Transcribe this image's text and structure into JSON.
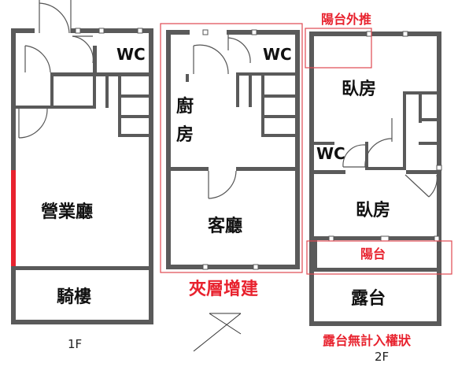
{
  "labels": {
    "wc": "WC",
    "business_hall": "營業廳",
    "arcade": "騎樓",
    "kitchen_1": "廚",
    "kitchen_2": "房",
    "living_room": "客廳",
    "bedroom": "臥房",
    "balcony": "陽台",
    "terrace": "露台"
  },
  "notes": {
    "balcony_extension": "陽台外推",
    "mezzanine_addition": "夾層增建",
    "terrace_not_counted": "露台無計入權狀"
  },
  "floors": {
    "first": "1F",
    "second": "2F"
  },
  "colors": {
    "wall": "#5a5a5a",
    "annotation_red": "#e8222e"
  }
}
